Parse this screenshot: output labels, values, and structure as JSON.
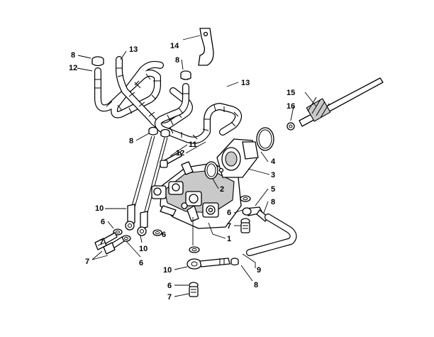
{
  "callouts": {
    "c1": "1",
    "c2": "2",
    "c3": "3",
    "c4": "4",
    "c5": "5",
    "c6a": "6",
    "c6b": "6",
    "c6c": "6",
    "c6d": "6",
    "c6e": "6",
    "c7a": "7",
    "c7b": "7",
    "c7c": "7",
    "c8a": "8",
    "c8b": "8",
    "c8c": "8",
    "c8d": "8",
    "c8e": "8",
    "c9": "9",
    "c10a": "10",
    "c10b": "10",
    "c10c": "10",
    "c11": "11",
    "c12a": "12",
    "c12b": "12",
    "c13a": "13",
    "c13b": "13",
    "c14": "14",
    "c15": "15",
    "c16": "16"
  }
}
